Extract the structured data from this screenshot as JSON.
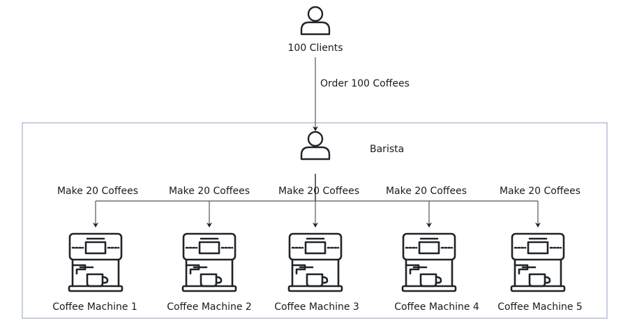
{
  "clients": {
    "label": "100 Clients"
  },
  "order_edge": {
    "label": "Order 100 Coffees"
  },
  "barista": {
    "label": "Barista"
  },
  "colors": {
    "container_border": "#a7b5cf",
    "stroke": "#1f2329",
    "line": "#555555"
  },
  "machines": [
    {
      "label": "Coffee Machine 1",
      "edge_label": "Make 20 Coffees"
    },
    {
      "label": "Coffee Machine 2",
      "edge_label": "Make 20 Coffees"
    },
    {
      "label": "Coffee Machine 3",
      "edge_label": "Make 20 Coffees"
    },
    {
      "label": "Coffee Machine 4",
      "edge_label": "Make 20 Coffees"
    },
    {
      "label": "Coffee Machine 5",
      "edge_label": "Make 20 Coffees"
    }
  ]
}
